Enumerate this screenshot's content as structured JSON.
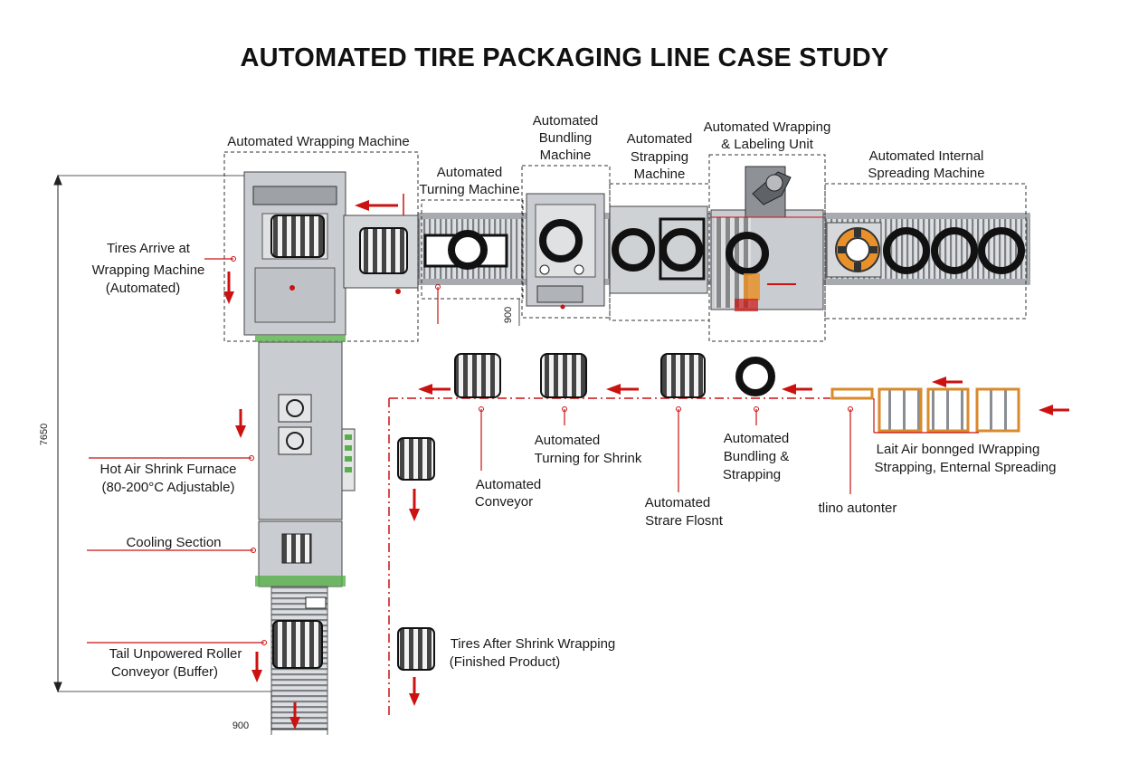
{
  "title": "AUTOMATED TIRE PACKAGING LINE CASE STUDY",
  "stations": {
    "wrapping_machine": "Automated Wrapping Machine",
    "turning_machine": [
      "Automated",
      "Turning Machine"
    ],
    "bundling_machine": [
      "Automated",
      "Bundling",
      "Machine"
    ],
    "strapping_machine": [
      "Automated",
      "Strapping",
      "Machine"
    ],
    "wrapping_labeling": [
      "Automated Wrapping",
      "& Labeling Unit"
    ],
    "internal_spreading": [
      "Automated Internal",
      "Spreading Machine"
    ]
  },
  "callouts": {
    "tires_arrive": [
      "Tires Arrive at",
      "Wrapping Machine",
      "(Automated)"
    ],
    "shrink_furnace": [
      "Hot Air Shrink Furnace",
      "(80-200°C Adjustable)"
    ],
    "cooling": "Cooling Section",
    "tail_conveyor": [
      "Tail Unpowered Roller",
      "Conveyor (Buffer)"
    ],
    "auto_conveyor": [
      "Automated",
      "Conveyor"
    ],
    "turning_shrink": [
      "Automated",
      "Turning for Shrink"
    ],
    "strare_flosnt": [
      "Automated",
      "Strare Flosnt"
    ],
    "bundling_strapping": [
      "Automated",
      "Bundling &",
      "Strapping"
    ],
    "lait_air": [
      "Lait Air bonnged IWrapping",
      "Strapping, Enternal Spreading"
    ],
    "tlino": "tlino autonter",
    "finished": [
      "Tires After Shrink Wrapping",
      "(Finished Product)"
    ]
  },
  "dimensions": {
    "height_total": "7650",
    "width_bottom": "900",
    "width_turning": "900"
  },
  "colors": {
    "flow_arrow": "#cc1111",
    "machine_body": "#c9ccd0",
    "dashed_box": "#333333",
    "pallet": "#d98a2b",
    "spreader": "#e8902a",
    "green_trim": "#58b04a"
  }
}
